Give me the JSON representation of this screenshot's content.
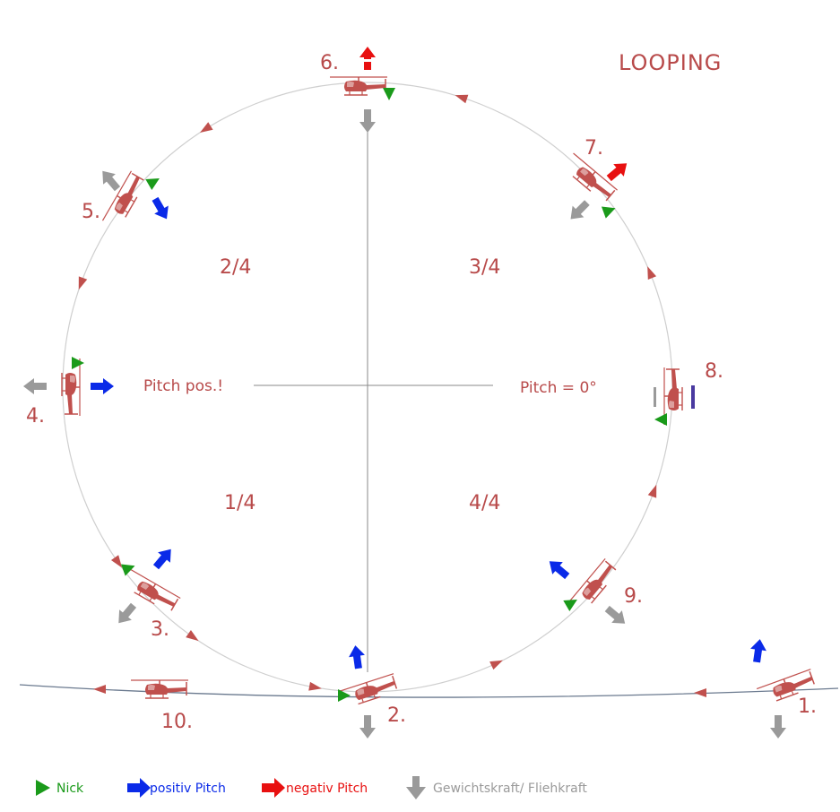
{
  "title": "LOOPING",
  "quadrants": [
    "1/4",
    "2/4",
    "3/4",
    "4/4"
  ],
  "pitch_left": "Pitch pos.!",
  "pitch_right": "Pitch = 0°",
  "stations": [
    "1.",
    "2.",
    "3.",
    "4.",
    "5.",
    "6.",
    "7.",
    "8.",
    "9.",
    "10."
  ],
  "legend": {
    "nick": "Nick",
    "positive_pitch": "positiv Pitch",
    "negative_pitch": "negativ Pitch",
    "weight_force": "Gewichtskraft/ Fliehkraft"
  },
  "colors": {
    "text": "#b84a4a",
    "heli": "#c0504d",
    "nick": "#1a9a1a",
    "positive_pitch": "#0a2ae8",
    "negative_pitch": "#e81010",
    "weight": "#9a9a9a",
    "circle": "#c8c8c8",
    "ground_line": "#6b7a8f"
  },
  "icons": {
    "nick": "green-triangle-icon",
    "positive_pitch": "blue-arrow-icon",
    "negative_pitch": "red-arrow-icon",
    "weight": "gray-arrow-icon",
    "helicopter": "helicopter-icon"
  }
}
